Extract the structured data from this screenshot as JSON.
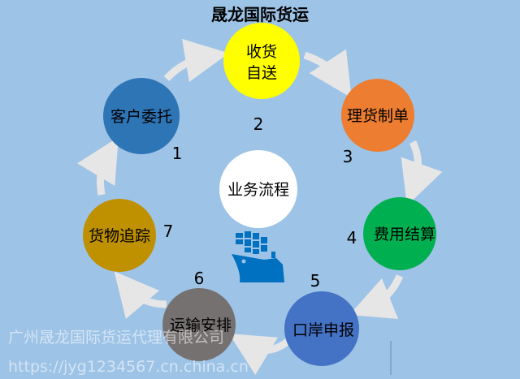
{
  "title": "晟龙国际货运",
  "center": "业务流程",
  "steps": [
    {
      "label": "客户委托",
      "num": "1",
      "color": "#2e75b6"
    },
    {
      "label": "收货",
      "label2": "自送",
      "num": "2",
      "color": "#ffff00"
    },
    {
      "label": "理货制单",
      "num": "3",
      "color": "#ed7d31"
    },
    {
      "label": "费用结算",
      "num": "4",
      "color": "#00b050"
    },
    {
      "label": "口岸申报",
      "num": "5",
      "color": "#4472c4"
    },
    {
      "label": "运输安排",
      "num": "6",
      "color": "#767171"
    },
    {
      "label": "货物追踪",
      "num": "7",
      "color": "#bf9000"
    }
  ],
  "watermark": {
    "line1": "广州晟龙国际货运代理有限公司",
    "line2": "https://jyg1234567.cn.china.cn"
  },
  "icons": {
    "ship": "cargo-ship-icon"
  }
}
